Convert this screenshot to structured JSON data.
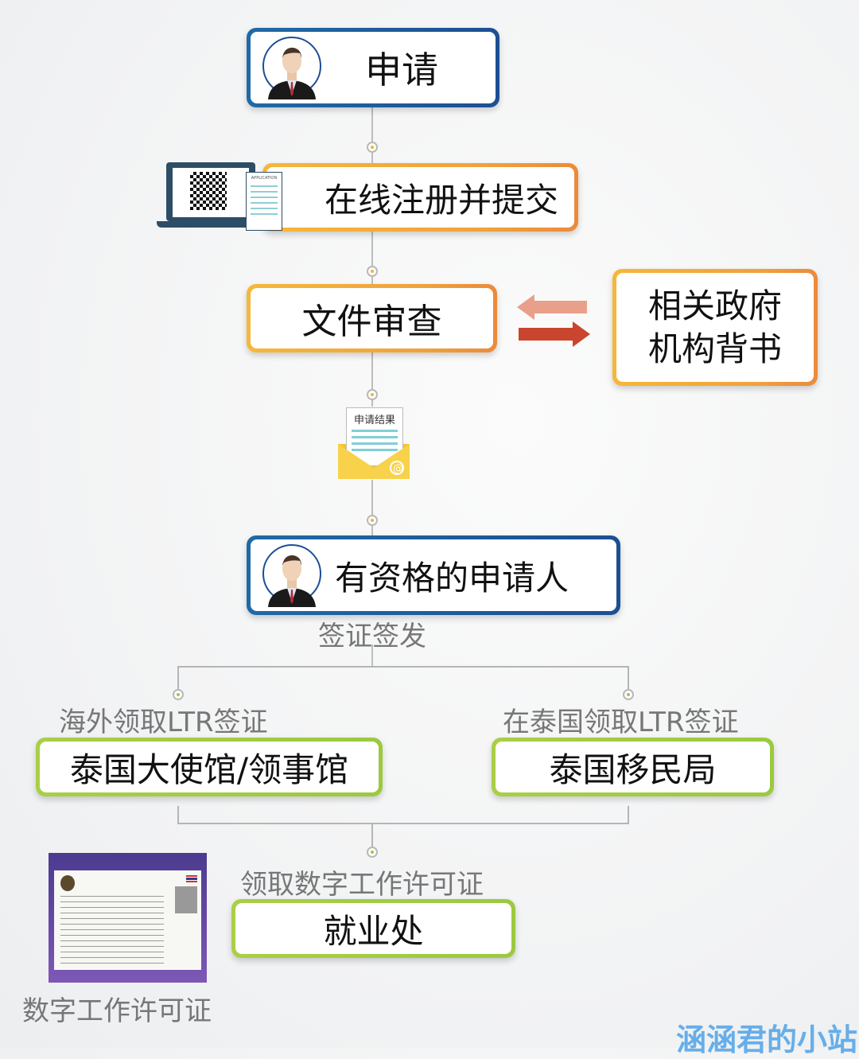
{
  "steps": {
    "apply": "申请",
    "register": "在线注册并提交",
    "review": "文件审查",
    "endorse_line1": "相关政府",
    "endorse_line2": "机构背书",
    "result_doc": "申请结果",
    "qualified": "有资格的申请人",
    "visa_issue": "签证签发",
    "overseas_label": "海外领取LTR签证",
    "overseas": "泰国大使馆/领事馆",
    "thailand_label": "在泰国领取LTR签证",
    "thailand": "泰国移民局",
    "permit_label": "领取数字工作许可证",
    "employment": "就业处",
    "permit_caption": "数字工作许可证",
    "application_doc": "APPLICATION"
  },
  "watermark": "涵涵君的小站",
  "colors": {
    "blue": "#1c5a9c",
    "orange": "#f3a83a",
    "green": "#a3cc42",
    "arrow_light": "#e9a08a",
    "arrow_dark": "#c9452d"
  }
}
